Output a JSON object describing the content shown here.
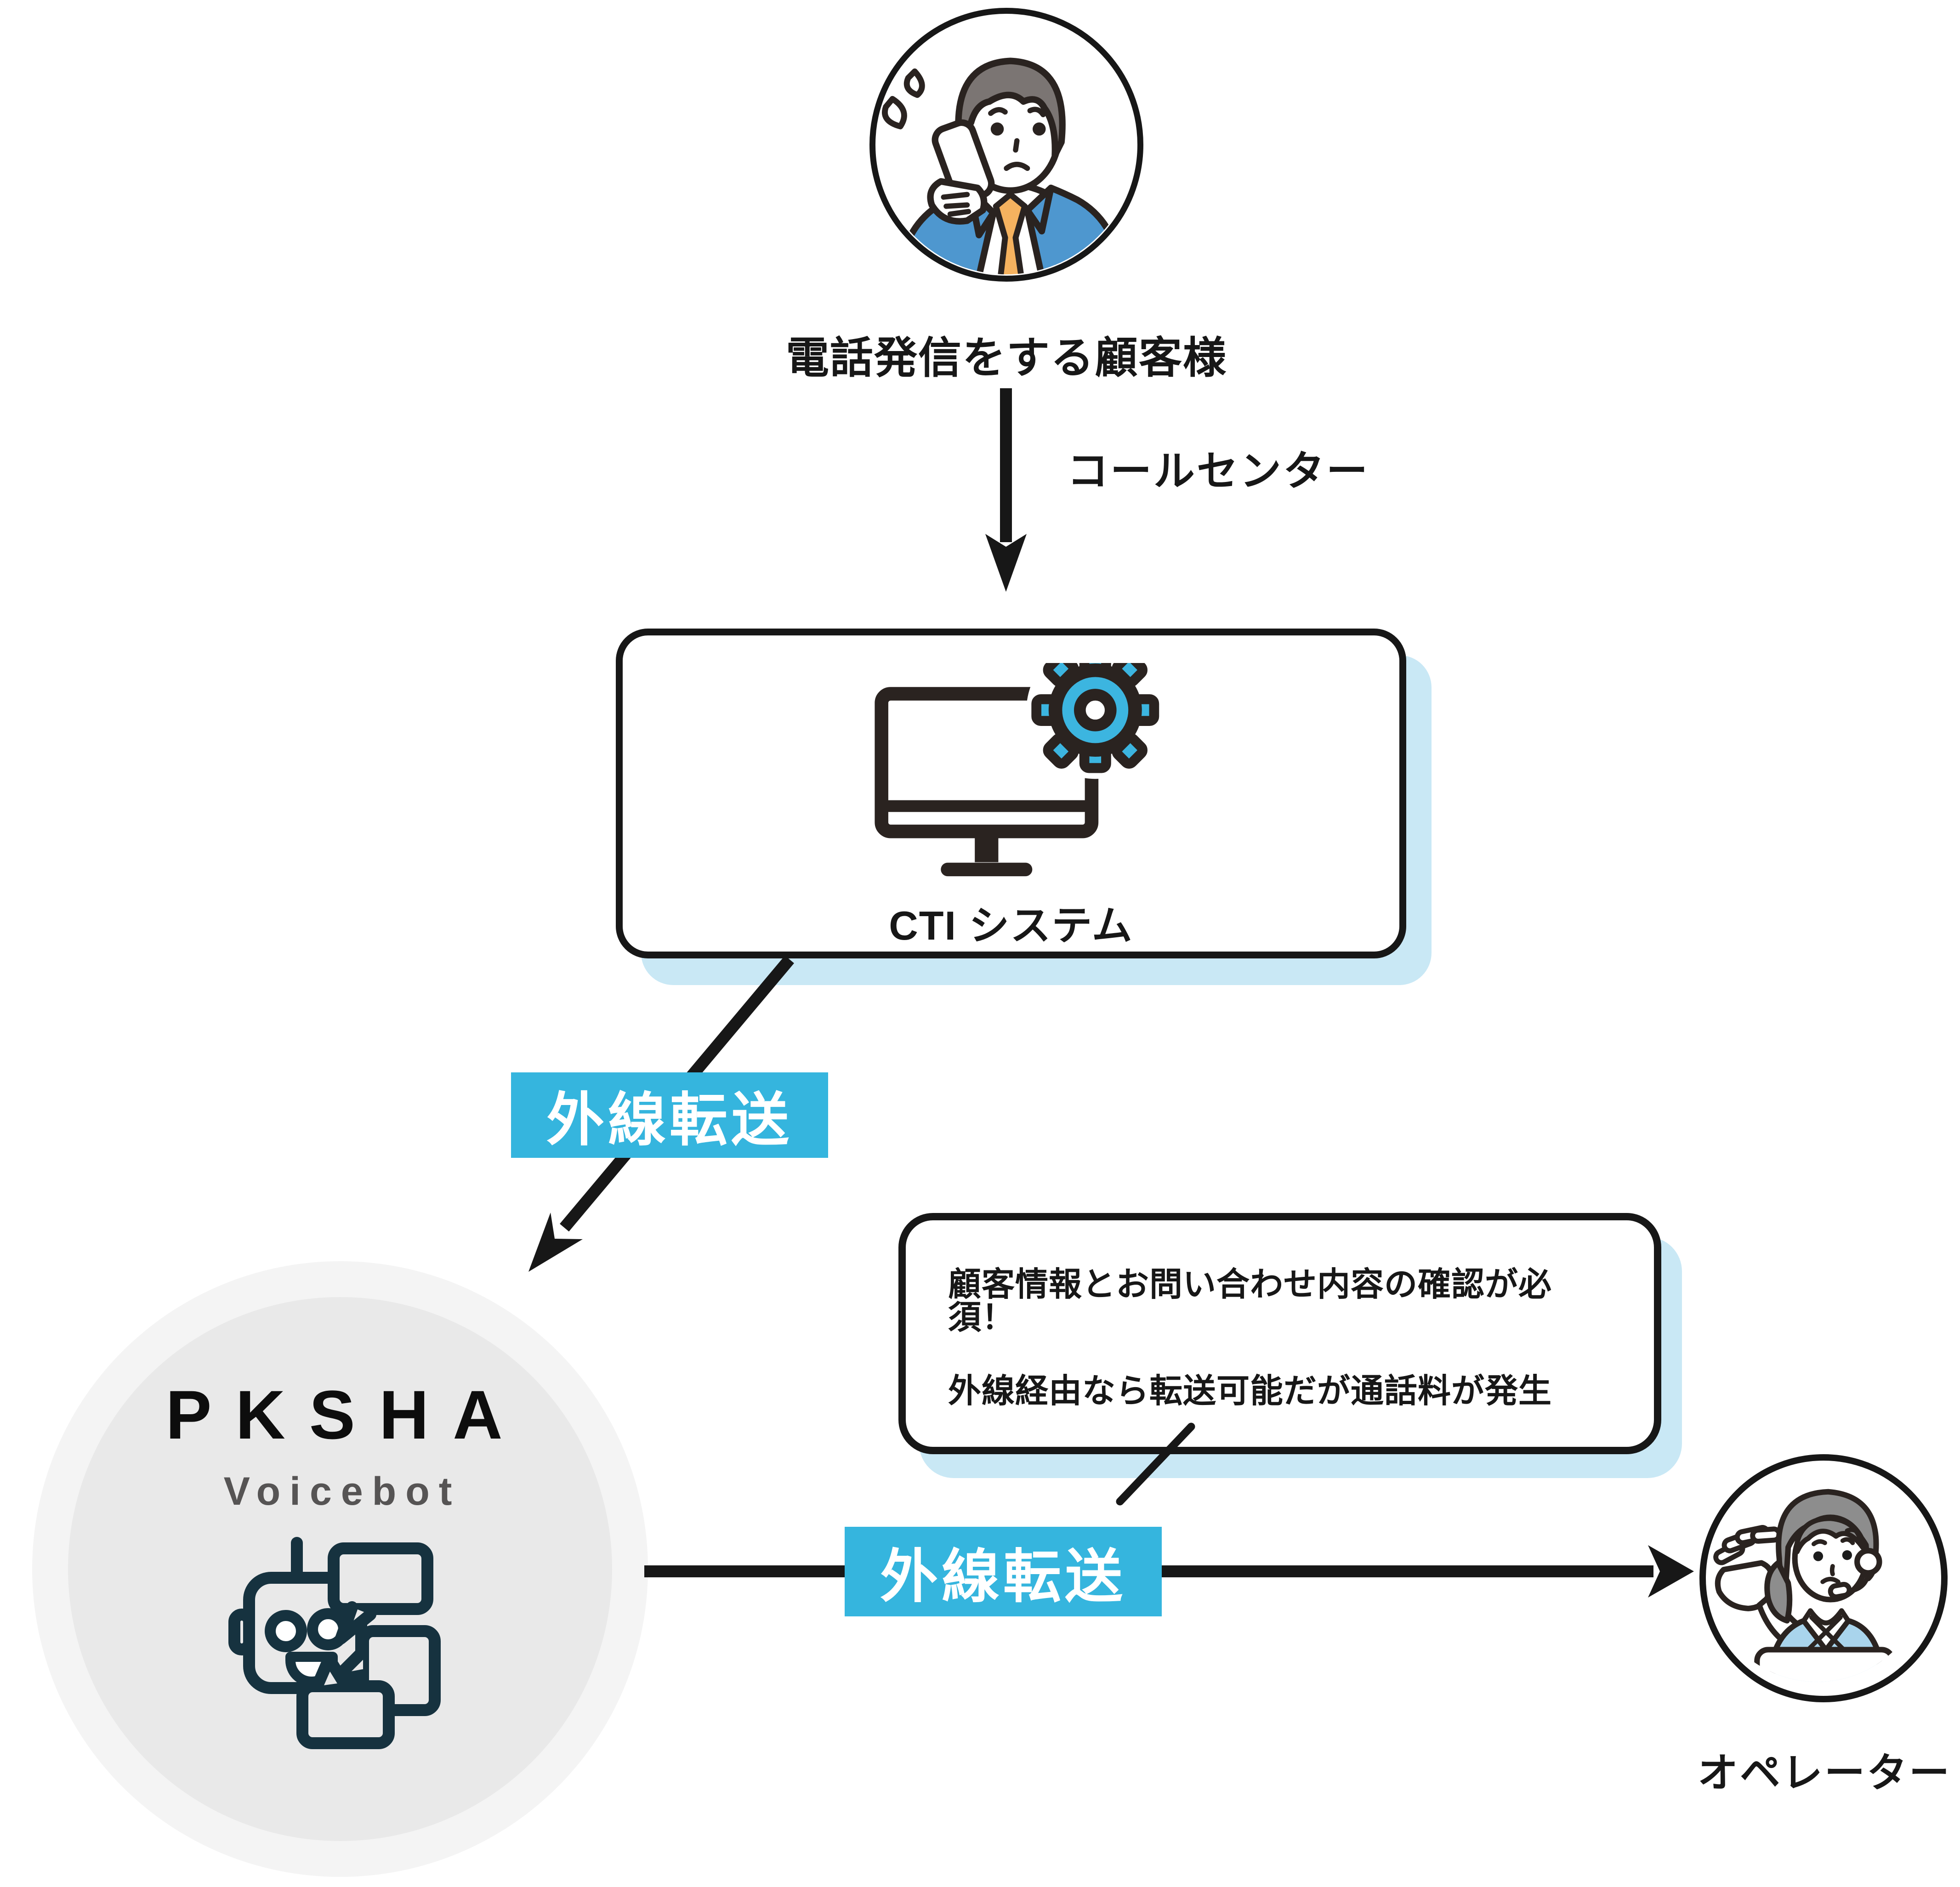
{
  "colors": {
    "accent": "#35b5de",
    "shadow": "#c9e8f5",
    "ink": "#171717",
    "outline": "#2a2320",
    "robot": "#16323f",
    "circle-outer": "#f4f4f4",
    "circle-inner": "#e9e9e9",
    "suit-blue": "#4e97cf",
    "tie-orange": "#f5b25f",
    "vest-blue": "#a9d4ec",
    "hair-gray": "#8d8d8d",
    "hair-brown": "#7b7573",
    "gear-cyan": "#3cb5e0",
    "logo-sub": "#565454"
  },
  "customer": {
    "label": "電話発信をする顧客様"
  },
  "flow": {
    "call_center": "コールセンター",
    "transfer1": "外線転送",
    "transfer2": "外線転送"
  },
  "cti": {
    "label": "CTI システム"
  },
  "voicebot": {
    "logo": "PKSHA",
    "product": "Voicebot"
  },
  "note": {
    "line1": "顧客情報とお問い合わせ内容の確認が必須！",
    "line2": "外線経由なら転送可能だが通話料が発生"
  },
  "operator": {
    "label": "オペレーター"
  }
}
